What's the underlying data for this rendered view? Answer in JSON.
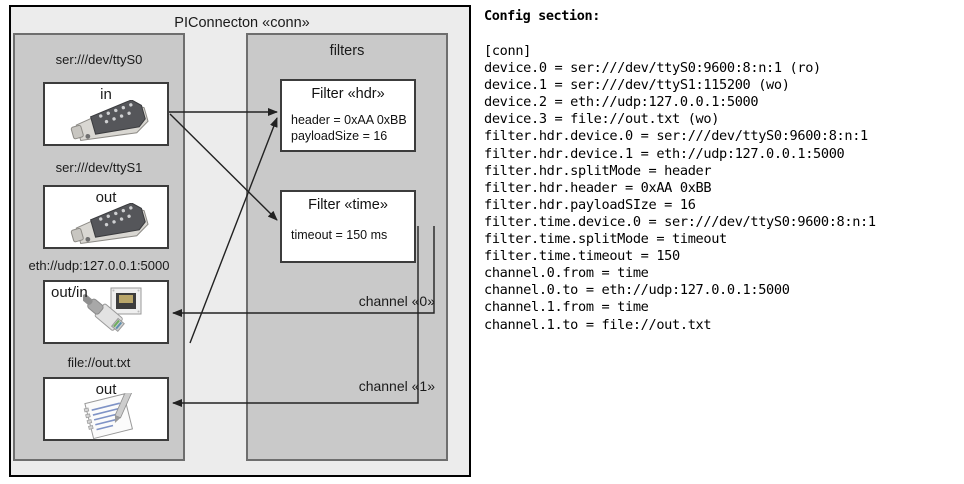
{
  "diagram": {
    "title": "PIConnecton «conn»",
    "devices_panel": {
      "devices": [
        {
          "label": "ser:///dev/ttyS0",
          "direction": "in",
          "icon": "serial-port-icon"
        },
        {
          "label": "ser:///dev/ttyS1",
          "direction": "out",
          "icon": "serial-port-icon"
        },
        {
          "label": "eth://udp:127.0.0.1:5000",
          "direction": "out/in",
          "icon": "ethernet-jack-icon"
        },
        {
          "label": "file://out.txt",
          "direction": "out",
          "icon": "text-file-icon"
        }
      ]
    },
    "filters_panel": {
      "title": "filters",
      "filters": [
        {
          "title": "Filter «hdr»",
          "props": [
            "header = 0xAA 0xBB",
            "payloadSize = 16"
          ]
        },
        {
          "title": "Filter «time»",
          "props": [
            "timeout = 150 ms"
          ]
        }
      ],
      "channels": [
        {
          "label": "channel «0»"
        },
        {
          "label": "channel «1»"
        }
      ]
    }
  },
  "config": {
    "heading": "Config section:",
    "lines": "[conn]\ndevice.0 = ser:///dev/ttyS0:9600:8:n:1 (ro)\ndevice.1 = ser:///dev/ttyS1:115200 (wo)\ndevice.2 = eth://udp:127.0.0.1:5000\ndevice.3 = file://out.txt (wo)\nfilter.hdr.device.0 = ser:///dev/ttyS0:9600:8:n:1\nfilter.hdr.device.1 = eth://udp:127.0.0.1:5000\nfilter.hdr.splitMode = header\nfilter.hdr.header = 0xAA 0xBB\nfilter.hdr.payloadSIze = 16\nfilter.time.device.0 = ser:///dev/ttyS0:9600:8:n:1\nfilter.time.splitMode = timeout\nfilter.time.timeout = 150\nchannel.0.from = time\nchannel.0.to = eth://udp:127.0.0.1:5000\nchannel.1.from = time\nchannel.1.to = file://out.txt"
  },
  "colors": {
    "page_background": "#ffffff",
    "outer_fill": "#ececec",
    "outer_border": "#000000",
    "panel_fill": "#c9c9c9",
    "panel_border": "#6e6e6e",
    "box_fill": "#ffffff",
    "box_border": "#3c3c3c",
    "text": "#1a1a1a",
    "arrow": "#222222"
  }
}
